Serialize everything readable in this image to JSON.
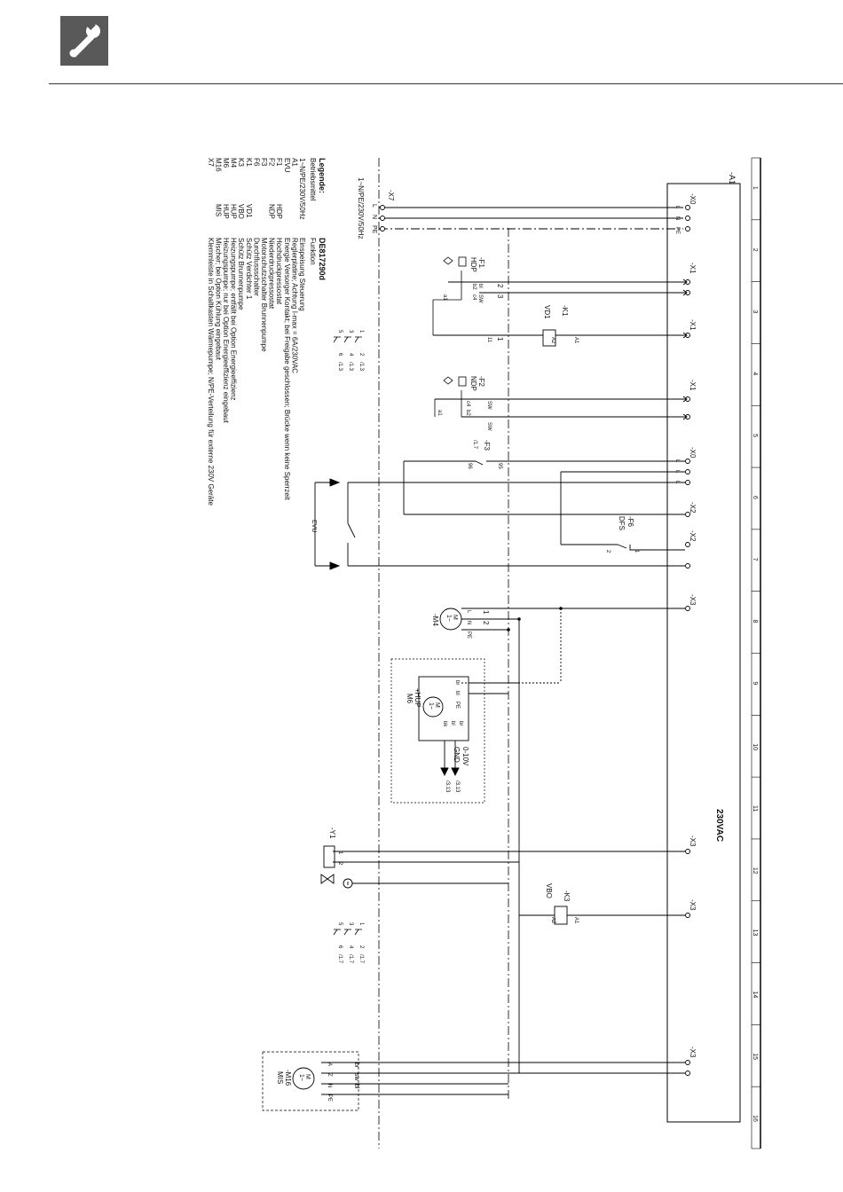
{
  "header": {
    "icon": "wrench-icon"
  },
  "frame": {
    "label": "-A1",
    "voltage": "230VAC",
    "columns": [
      "1",
      "2",
      "3",
      "4",
      "5",
      "6",
      "7",
      "8",
      "9",
      "10",
      "11",
      "12",
      "13",
      "14",
      "15",
      "16"
    ]
  },
  "supply": {
    "terminal": "-X7",
    "spec": "1~N/PE/230V/50Hz",
    "pins": [
      "L",
      "N",
      "PE"
    ]
  },
  "terminals": {
    "x0a": {
      "name": "-X0",
      "pins": [
        "L",
        "N",
        "PE"
      ]
    },
    "x1a": "-X1",
    "x1b": "-X1",
    "x1c": "-X1",
    "x0b": {
      "name": "-X0",
      "pins": [
        "L",
        "L",
        "L"
      ]
    },
    "x2a": "-X2",
    "x2b": "-X2",
    "x3a": "-X3",
    "x3b": "-X3",
    "x3c": "-X3",
    "x3d": "-X3"
  },
  "components": {
    "f1": {
      "name": "-F1",
      "desc": "HDP",
      "pins": [
        "bl",
        "SW",
        "b2",
        "c4",
        "a1",
        "2",
        "3"
      ]
    },
    "k1": {
      "name": "-K1",
      "desc": "VD1",
      "pins": [
        "A1",
        "A2",
        "11",
        "1"
      ],
      "contacts": [
        "1",
        "3",
        "5"
      ],
      "contact_pins": [
        "2",
        "4",
        "6"
      ],
      "refs": [
        "/1.3",
        "/1.3",
        "/1.3"
      ]
    },
    "f2": {
      "name": "-F2",
      "desc": "NDP",
      "pins": [
        "SW",
        "SW",
        "c4",
        "b2",
        "a1"
      ]
    },
    "f3": {
      "name": "-F3",
      "ref": "/1.7",
      "pins": [
        "95",
        "96"
      ]
    },
    "f6": {
      "name": "-F6",
      "desc": "DFS",
      "pins": [
        "1",
        "2"
      ]
    },
    "evu": "EVU",
    "m4": {
      "name": "-M4",
      "pins": [
        "1",
        "2",
        "L",
        "N",
        "PE"
      ]
    },
    "m6": {
      "name": "+HUP",
      "name2": "M6",
      "pins": [
        "br",
        "bl",
        "PE",
        "br",
        "bl",
        "bk"
      ],
      "signal1": "0-10V",
      "signal2": "GND",
      "refs": [
        "/3.13",
        "/3.13"
      ]
    },
    "y1": {
      "name": "-Y1",
      "pins": [
        "1",
        "2"
      ]
    },
    "k3": {
      "name": "-K3",
      "desc": "VBO",
      "pins": [
        "A1",
        "A2"
      ],
      "contacts": [
        "1",
        "3",
        "5"
      ],
      "contact_pins": [
        "2",
        "4",
        "6"
      ],
      "refs": [
        "/1.7",
        "/1.7",
        "/1.7"
      ]
    },
    "m16": {
      "name": "-M16",
      "desc": "MIS",
      "pins": [
        "br",
        "sw",
        "bl",
        "A",
        "Z",
        "N",
        "PE"
      ]
    }
  },
  "legend": {
    "title": "Legende:",
    "col1_header": "Betriebsmittel",
    "code_header": "DE817290d",
    "col2_header": "Funktion",
    "rows": [
      {
        "id": "1~N/PE/230V/50Hz",
        "abbr": "",
        "func": "Einspeisung Steuerung"
      },
      {
        "id": "A1",
        "abbr": "",
        "func": "Reglerplatine; Achtung I-max = 6A/230VAC"
      },
      {
        "id": "EVU",
        "abbr": "",
        "func": "Energie Versorger Kontakt; bei Freigabe geschlossen; Brücke wenn keine Sperrzeit"
      },
      {
        "id": "F1",
        "abbr": "HDP",
        "func": "Hochdruckpressostat"
      },
      {
        "id": "F2",
        "abbr": "NDP",
        "func": "Niederdruckpressostat"
      },
      {
        "id": "F3",
        "abbr": "",
        "func": "Motorschutzschalter Brunnenpumpe"
      },
      {
        "id": "F6",
        "abbr": "",
        "func": "Durchflussschalter"
      },
      {
        "id": "K1",
        "abbr": "VD1",
        "func": "Schütz Verdichter 1"
      },
      {
        "id": "K3",
        "abbr": "VBO",
        "func": "Schütz Brunnenpumpe"
      },
      {
        "id": "M4",
        "abbr": "HUP",
        "func": "Heizungspumpe; entfällt bei Option Energieeffizienz"
      },
      {
        "id": "M6",
        "abbr": "HUP",
        "func": "Heizungspumpe; nur bei Option Energieeffizienz eingebaut"
      },
      {
        "id": "M16",
        "abbr": "MIS",
        "func": "Mischer; bei Option Kühlung eingebaut"
      },
      {
        "id": "X7",
        "abbr": "",
        "func": "Klemmleiste in Schaltkasten Wärmepumpe; N/PE-Verteilung für externe 230V Geräte"
      }
    ]
  }
}
